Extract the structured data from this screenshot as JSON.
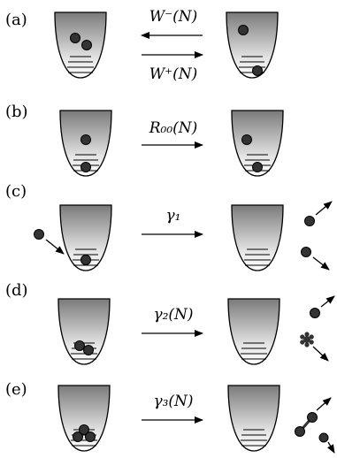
{
  "panels": [
    {
      "label": "(a)",
      "rate_top": "W⁻(N)",
      "rate_bottom": "W⁺(N)"
    },
    {
      "label": "(b)",
      "rate_top": "R₀₀(N)"
    },
    {
      "label": "(c)",
      "rate_top": "γ₁"
    },
    {
      "label": "(d)",
      "rate_top": "γ₂(N)"
    },
    {
      "label": "(e)",
      "rate_top": "γ₃(N)"
    }
  ]
}
